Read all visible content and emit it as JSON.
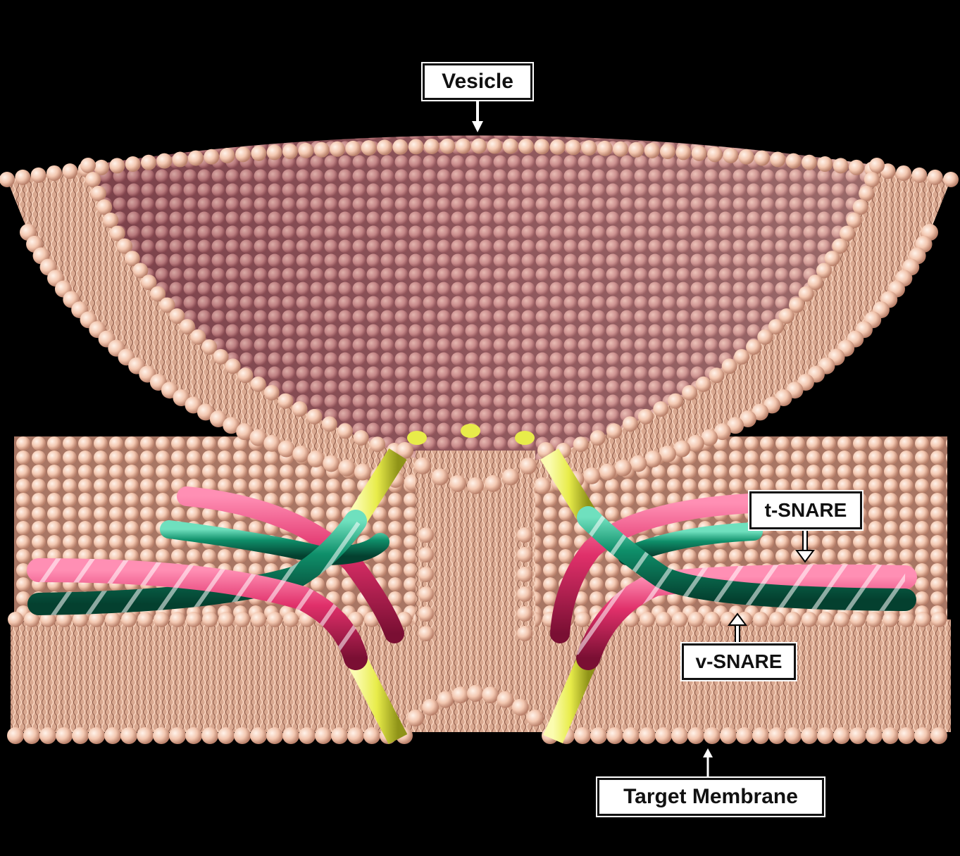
{
  "labels": {
    "vesicle": "Vesicle",
    "t_snare": "t-SNARE",
    "v_snare": "v-SNARE",
    "target_membrane": "Target Membrane"
  },
  "colors": {
    "background": "#000000",
    "lipid_head": "#f3c7b0",
    "vesicle_inner": "#c98b8b",
    "t_snare": "#e0306a",
    "v_snare": "#0f8f6a",
    "transmembrane_segment": "#e8ec4a",
    "label_bg": "#ffffff",
    "label_text": "#111111"
  }
}
